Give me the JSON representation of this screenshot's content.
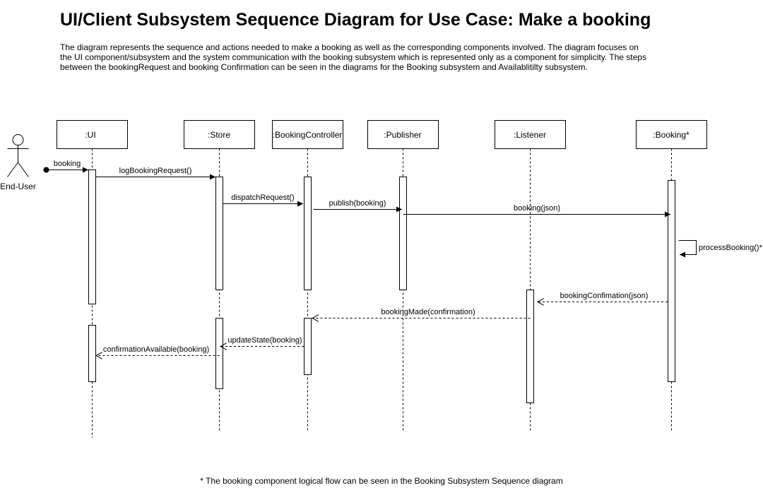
{
  "title": "UI/Client Subsystem Sequence Diagram for Use Case: Make a booking",
  "description": [
    "The diagram represents the sequence and actions needed to make a booking as well as the corresponding components involved. The diagram focuses on",
    "the UI component/subsystem and the system communication with the booking subsystem which is represented only as a component for simplicity. The steps",
    "between the bookingRequest and booking Confirmation can be seen in the diagrams for the Booking subsystem and Availablitilty subsystem."
  ],
  "actor": {
    "label": "End-User"
  },
  "participants": [
    ":UI",
    ":Store",
    ":BookingController",
    ":Publisher",
    ":Listener",
    ":Booking*"
  ],
  "messages": [
    {
      "from": "End-User",
      "to": ":UI",
      "label": "booking",
      "kind": "found"
    },
    {
      "from": ":UI",
      "to": ":Store",
      "label": "logBookingRequest()",
      "kind": "sync"
    },
    {
      "from": ":Store",
      "to": ":BookingController",
      "label": "dispatchRequest()",
      "kind": "sync"
    },
    {
      "from": ":BookingController",
      "to": ":Publisher",
      "label": "publish(booking)",
      "kind": "sync"
    },
    {
      "from": ":Publisher",
      "to": ":Booking*",
      "label": "booking(json)",
      "kind": "sync"
    },
    {
      "from": ":Booking*",
      "to": ":Booking*",
      "label": "processBooking()*",
      "kind": "self"
    },
    {
      "from": ":Booking*",
      "to": ":Listener",
      "label": "bookingConfimation(json)",
      "kind": "return"
    },
    {
      "from": ":Listener",
      "to": ":BookingController",
      "label": "bookingMade(confirmation)",
      "kind": "return"
    },
    {
      "from": ":BookingController",
      "to": ":Store",
      "label": "updateState(booking)",
      "kind": "return"
    },
    {
      "from": ":Store",
      "to": ":UI",
      "label": "confirmationAvailable(booking)",
      "kind": "return"
    }
  ],
  "footnote": "* The booking component logical flow can be seen in the Booking Subsystem Sequence diagram"
}
